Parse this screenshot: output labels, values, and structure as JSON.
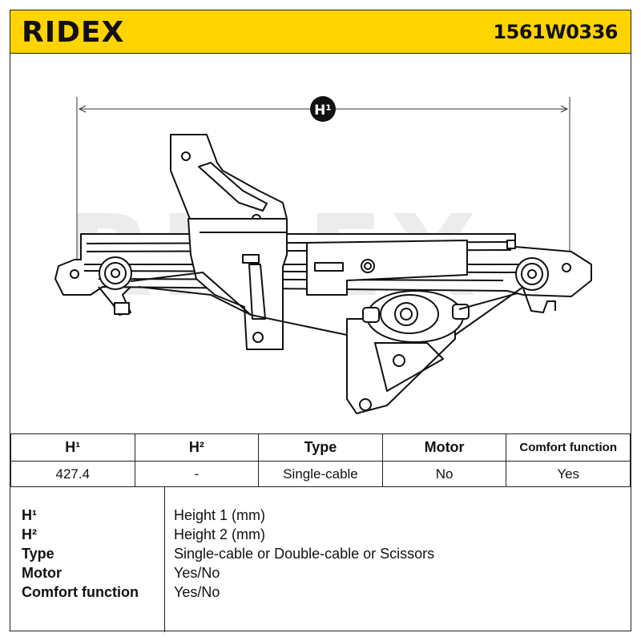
{
  "header": {
    "brand": "RIDEX",
    "part_number": "1561W0336"
  },
  "drawing": {
    "dimension_label": "H¹",
    "watermark": "RIDEX"
  },
  "spec_table": {
    "headers": [
      "H¹",
      "H²",
      "Type",
      "Motor",
      "Comfort function"
    ],
    "values": [
      "427.4",
      "-",
      "Single-cable",
      "No",
      "Yes"
    ]
  },
  "legend": [
    {
      "key": "H¹",
      "value": "Height 1 (mm)"
    },
    {
      "key": "H²",
      "value": "Height 2 (mm)"
    },
    {
      "key": "Type",
      "value": "Single-cable or Double-cable or Scissors"
    },
    {
      "key": "Motor",
      "value": "Yes/No"
    },
    {
      "key": "Comfort function",
      "value": "Yes/No"
    }
  ],
  "colors": {
    "brand_yellow": "#ffd400",
    "line": "#111111",
    "watermark": "#e6e6e6"
  }
}
